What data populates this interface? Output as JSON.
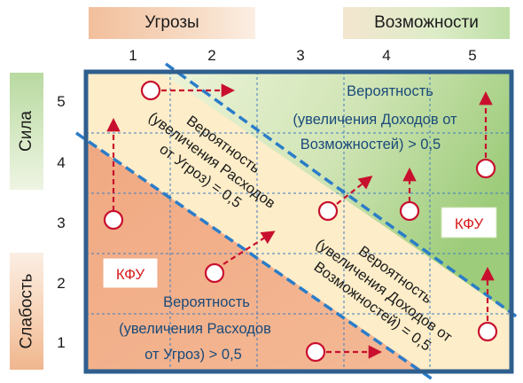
{
  "headers": {
    "threats": "Угрозы",
    "opportunities": "Возможности"
  },
  "side": {
    "strength": "Сила",
    "weakness": "Слабость"
  },
  "axes": {
    "x_ticks": [
      "1",
      "2",
      "3",
      "4",
      "5"
    ],
    "y_ticks": [
      "5",
      "4",
      "3",
      "2",
      "1"
    ]
  },
  "zones": {
    "top_right": {
      "line1": "Вероятность",
      "line2": "(увеличения  Доходов от",
      "line3": "Возможностей) > 0,5"
    },
    "bottom_left": {
      "line1": "Вероятность",
      "line2": "(увеличения  Расходов",
      "line3": "от Угроз) > 0,5"
    },
    "band_upper": {
      "line1": "Вероятность",
      "line2": "(увеличения Расходов",
      "line3": "от Угроз) = 0,5"
    },
    "band_lower": {
      "line1": "Вероятность",
      "line2": "(увеличения Доходов от",
      "line3": "Возможностей) = 0,5"
    }
  },
  "kfu_badges": {
    "left": "КФУ",
    "right": "КФУ"
  },
  "colors": {
    "frame": "#2f5f8f",
    "dashed_line": "#2a7cc9",
    "circle_stroke": "#c8102e",
    "arrow": "#c8102e",
    "salmon_zone": "#f0a982",
    "band_zone": "#fdedc8",
    "green_zone": "#9dcc7a",
    "kfu_text": "#d81c1c"
  }
}
